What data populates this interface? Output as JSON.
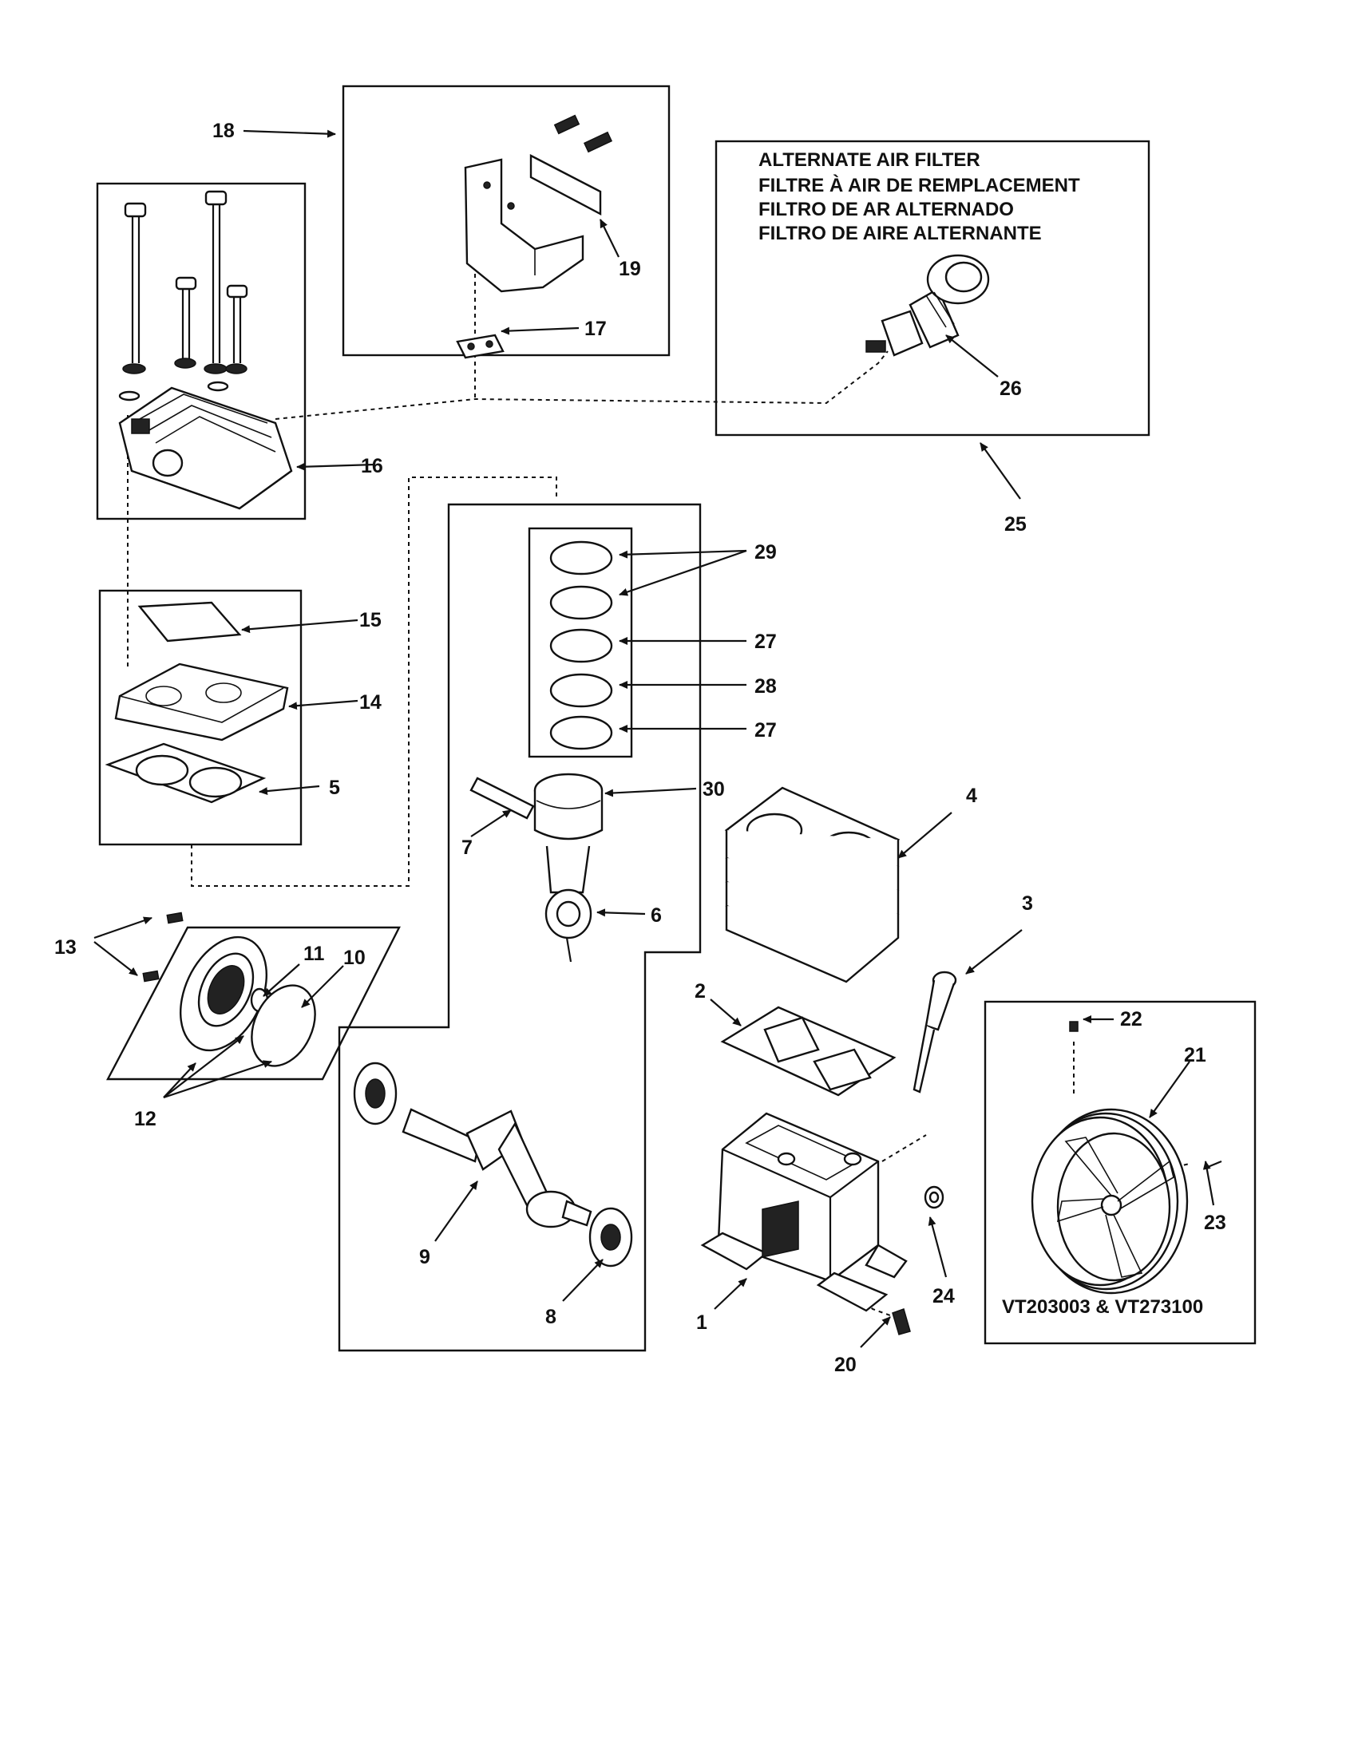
{
  "alternate_filter": {
    "lines": [
      "ALTERNATE AIR FILTER",
      "FILTRE À AIR DE REMPLACEMENT",
      "FILTRO DE AR ALTERNADO",
      "FILTRO DE AIRE ALTERNANTE"
    ]
  },
  "pulley_box": {
    "caption": "VT203003 & VT273100"
  },
  "callouts": {
    "c1": "1",
    "c2": "2",
    "c3": "3",
    "c4": "4",
    "c5": "5",
    "c6": "6",
    "c7": "7",
    "c8": "8",
    "c9": "9",
    "c10": "10",
    "c11": "11",
    "c12": "12",
    "c13": "13",
    "c14": "14",
    "c15": "15",
    "c16": "16",
    "c17": "17",
    "c18": "18",
    "c19": "19",
    "c20": "20",
    "c21": "21",
    "c22": "22",
    "c23": "23",
    "c24": "24",
    "c25": "25",
    "c26": "26",
    "c27a": "27",
    "c27b": "27",
    "c28": "28",
    "c29": "29",
    "c30": "30"
  }
}
